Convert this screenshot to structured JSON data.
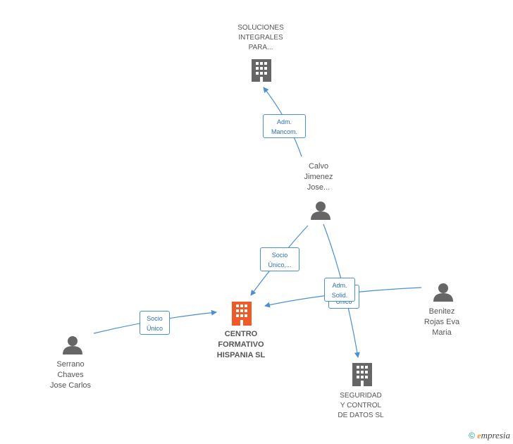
{
  "nodes": {
    "soluciones": {
      "lines": [
        "SOLUCIONES",
        "INTEGRALES",
        "PARA..."
      ]
    },
    "calvo": {
      "lines": [
        "Calvo",
        "Jimenez",
        "Jose..."
      ]
    },
    "centro": {
      "lines": [
        "CENTRO",
        "FORMATIVO",
        "HISPANIA SL"
      ]
    },
    "serrano": {
      "lines": [
        "Serrano",
        "Chaves",
        "Jose Carlos"
      ]
    },
    "benitez": {
      "lines": [
        "Benitez",
        "Rojas Eva",
        "Maria"
      ]
    },
    "seguridad": {
      "lines": [
        "SEGURIDAD",
        "Y CONTROL",
        "DE DATOS SL"
      ]
    }
  },
  "edges": {
    "adm_mancom": [
      "Adm.",
      "Mancom."
    ],
    "socio_unico_calvo": [
      "Socio",
      "Único,..."
    ],
    "socio_unico_serrano": [
      "Socio",
      "Único"
    ],
    "socio_unico_benitez_back": [
      "Único"
    ],
    "adm_solid": [
      "Adm.",
      "Solid."
    ]
  },
  "footer": {
    "copyright": "©",
    "brand_e": "e",
    "brand_rest": "mpresia"
  },
  "colors": {
    "main_node": "#f05a28",
    "company": "#666666",
    "person": "#666666",
    "edge": "#4a8fd6"
  },
  "icons": {
    "company": "building-icon",
    "person": "person-icon"
  }
}
